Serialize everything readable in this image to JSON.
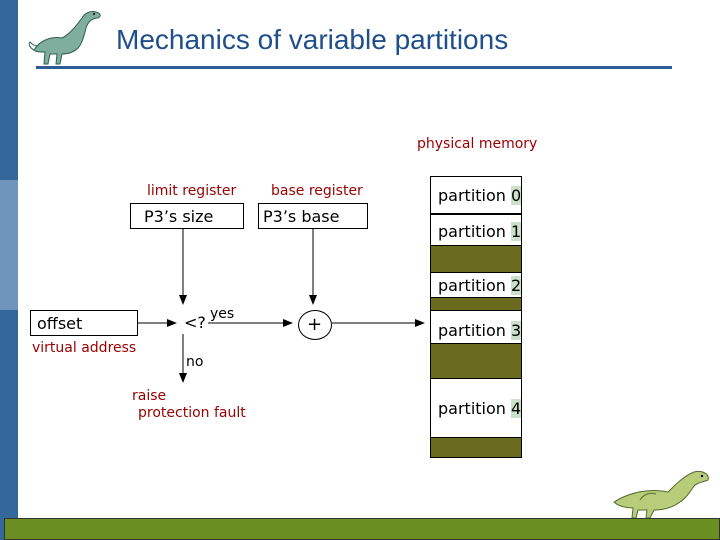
{
  "slide": {
    "title": "Mechanics of variable partitions"
  },
  "diagram": {
    "physical_memory_label": "physical memory",
    "limit_register_label": "limit register",
    "limit_register_value": "P3’s size",
    "base_register_label": "base register",
    "base_register_value": "P3’s base",
    "offset_label": "offset",
    "virtual_address_label": "virtual address",
    "compare_symbol": "<?",
    "yes_label": "yes",
    "no_label": "no",
    "adder_symbol": "+",
    "fault_line1": "raise",
    "fault_line2": "protection fault",
    "partitions": [
      {
        "word": "partition",
        "num": "0"
      },
      {
        "word": "partition",
        "num": "1"
      },
      {
        "word": "partition",
        "num": "2"
      },
      {
        "word": "partition",
        "num": "3"
      },
      {
        "word": "partition",
        "num": "4"
      }
    ]
  },
  "colors": {
    "accent_blue": "#336699",
    "title_blue": "#1f4e8c",
    "olive": "#6b8e23",
    "label_red": "#990000"
  },
  "icons": [
    "dinosaur-logo-icon",
    "dinosaur-mascot-icon"
  ]
}
